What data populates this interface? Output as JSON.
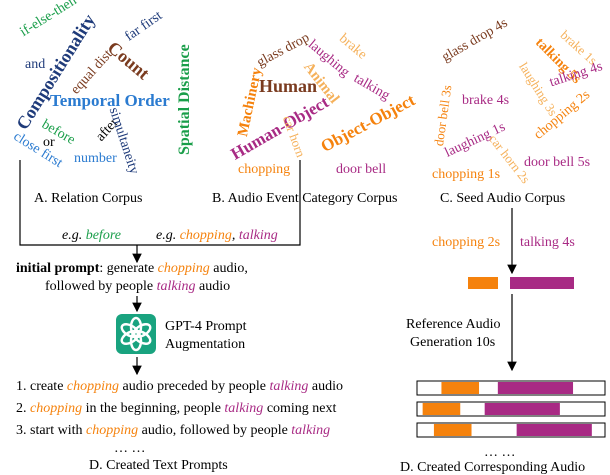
{
  "colors": {
    "orange": "#f5820d",
    "purple": "#a82a84",
    "green": "#1a9e4a",
    "blue": "#2b7bd0",
    "brown": "#7a3b1f",
    "navy": "#1f3b7a",
    "tan": "#f5b15b",
    "gpt_green": "#19a37f"
  },
  "relation_corpus": {
    "caption": "A. Relation Corpus",
    "words": [
      "if-else-then",
      "and",
      "Compositionality",
      "equal dist",
      "Count",
      "far first",
      "Spatial Distance",
      "Temporal Order",
      "before",
      "or",
      "after",
      "simultaneity",
      "close first",
      "number"
    ]
  },
  "audio_event_corpus": {
    "caption": "B. Audio Event Category Corpus",
    "words": [
      "glass drop",
      "brake",
      "laughing",
      "Human",
      "Animal",
      "talking",
      "Machinery",
      "Human-Object",
      "Object-Object",
      "car horn",
      "chopping",
      "door bell"
    ]
  },
  "seed_audio_corpus": {
    "caption": "C. Seed Audio Corpus",
    "words": [
      "glass drop 4s",
      "brake 1s",
      "talking 5s",
      "talking 4s",
      "laughing 3s",
      "door bell 3s",
      "brake 4s",
      "laughing 1s",
      "chopping 2s",
      "car horn 2s",
      "chopping 1s",
      "door bell 5s"
    ]
  },
  "examples": {
    "eg": "e.g.",
    "relation": "before",
    "events_a": "chopping",
    "comma": ",",
    "events_b": "talking"
  },
  "prompt": {
    "label": "initial prompt",
    "line1_pre": ": generate ",
    "line1_word": "chopping",
    "line1_post": " audio,",
    "line2_pre": "followed by people ",
    "line2_word": "talking",
    "line2_post": " audio"
  },
  "gpt": {
    "line1": "GPT-4 Prompt",
    "line2": "Augmentation",
    "logo": "openai-logo"
  },
  "created_prompts": {
    "caption": "D. Created Text Prompts",
    "ellipsis": "… …",
    "items": [
      {
        "num": "1. ",
        "a": "create ",
        "w1": "chopping",
        "b": " audio preceded by people ",
        "w2": "talking",
        "c": " audio"
      },
      {
        "num": "2. ",
        "a": "",
        "w1": "chopping",
        "b": " in the beginning, people ",
        "w2": "talking",
        "c": " coming next"
      },
      {
        "num": "3. ",
        "a": "start with ",
        "w1": "chopping",
        "b": " audio, followed by people ",
        "w2": "talking",
        "c": ""
      }
    ]
  },
  "seed_selection": {
    "a": "chopping 2s",
    "b": "talking 4s"
  },
  "reference": {
    "line1": "Reference Audio",
    "line2": "Generation 10s"
  },
  "created_audio": {
    "caption": "D. Created Corresponding Audio",
    "ellipsis": "… …",
    "timeline_seconds": 10,
    "seed_segments": [
      {
        "event": "chopping",
        "duration_s": 2
      },
      {
        "event": "talking",
        "duration_s": 4
      }
    ],
    "tracks": [
      [
        {
          "event": "chopping",
          "start_s": 1.3,
          "end_s": 3.3
        },
        {
          "event": "talking",
          "start_s": 4.3,
          "end_s": 8.3
        }
      ],
      [
        {
          "event": "chopping",
          "start_s": 0.3,
          "end_s": 2.3
        },
        {
          "event": "talking",
          "start_s": 3.6,
          "end_s": 7.6
        }
      ],
      [
        {
          "event": "chopping",
          "start_s": 0.9,
          "end_s": 2.9
        },
        {
          "event": "talking",
          "start_s": 5.3,
          "end_s": 9.3
        }
      ]
    ]
  }
}
